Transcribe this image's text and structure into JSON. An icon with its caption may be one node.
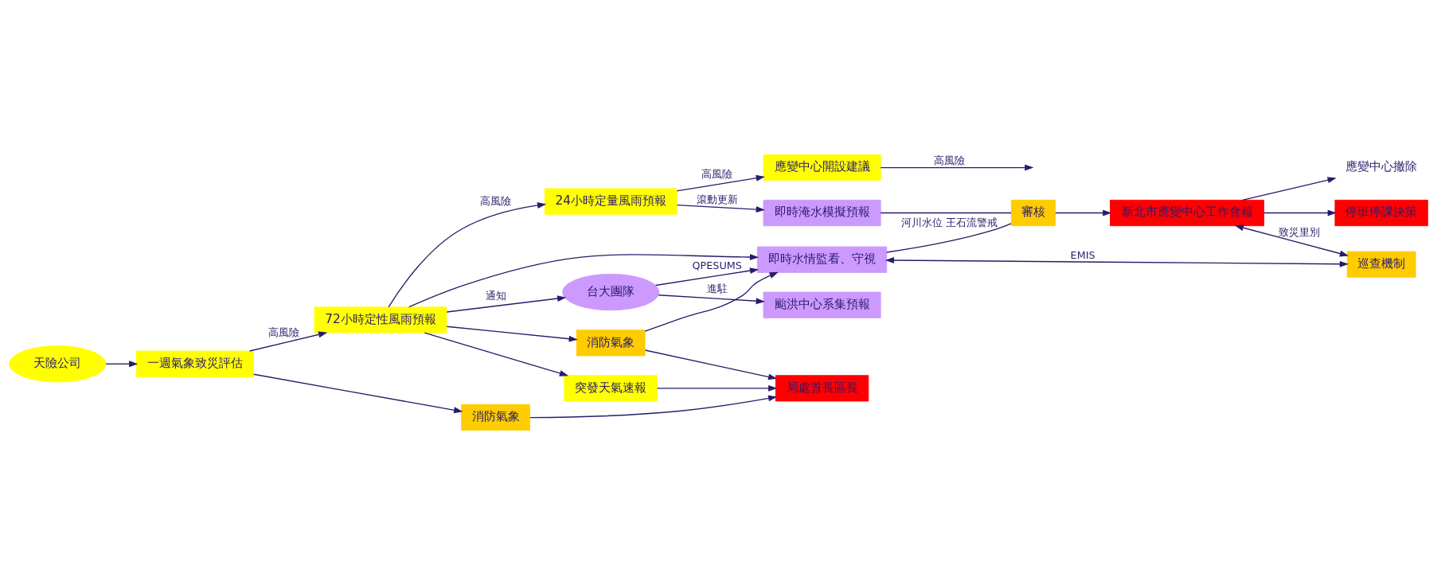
{
  "diagram": {
    "nodes": [
      {
        "text": [
          "天險公司"
        ]
      },
      {
        "text": [
          "一週氣象致災評估"
        ]
      },
      {
        "text": [
          "72小時定性風雨預報"
        ]
      },
      {
        "text": [
          "24小時定量風雨預報"
        ]
      },
      {
        "text": [
          "應變中心開設建議"
        ]
      },
      {
        "text": [
          "停班停課決策"
        ]
      },
      {
        "text": [
          "突發天氣速報"
        ]
      },
      {
        "text": [
          "台大團隊"
        ]
      },
      {
        "text": [
          "颱洪中心系集預報"
        ]
      },
      {
        "text": [
          "即時淹水模擬預報"
        ]
      },
      {
        "text": [
          "審核"
        ]
      },
      {
        "text": [
          "新北市應變中心工作會報"
        ]
      },
      {
        "text": [
          "應變中心撤除"
        ]
      },
      {
        "text": [
          "消防氣象"
        ]
      },
      {
        "text": [
          "即時水情監看、守視"
        ]
      },
      {
        "text": [
          "局處首長區長"
        ]
      },
      {
        "text": [
          "消防氣象"
        ]
      },
      {
        "text": [
          "巡查機制"
        ]
      }
    ],
    "edges": [
      {
        "from": 0,
        "to": 1,
        "arrow": "to"
      },
      {
        "from": 1,
        "to": 2,
        "arrow": "to",
        "label": "高風險"
      },
      {
        "from": 2,
        "to": 3,
        "arrow": "to",
        "label": "高風險"
      },
      {
        "from": 3,
        "to": 4,
        "arrow": "to",
        "label": "高風險"
      },
      {
        "from": 4,
        "to": null,
        "arrow": "to",
        "label": "高風險"
      },
      {
        "from": 2,
        "to": 6,
        "arrow": "to"
      },
      {
        "from": 2,
        "to": 7,
        "arrow": "to",
        "label": "通知"
      },
      {
        "from": 2,
        "to": 14,
        "arrow": "to"
      },
      {
        "from": 2,
        "to": 16,
        "arrow": "to"
      },
      {
        "from": 1,
        "to": 13,
        "arrow": "to"
      },
      {
        "from": 13,
        "to": 15,
        "arrow": "to"
      },
      {
        "from": 6,
        "to": 15,
        "arrow": "to"
      },
      {
        "from": 16,
        "to": 15,
        "arrow": "to"
      },
      {
        "from": 16,
        "to": 14,
        "arrow": "to",
        "label": "進駐"
      },
      {
        "from": 7,
        "to": 8,
        "arrow": "to"
      },
      {
        "from": 7,
        "to": 14,
        "arrow": "to",
        "label": "QPESUMS"
      },
      {
        "from": 3,
        "to": 9,
        "arrow": "to",
        "label": "滾動更新"
      },
      {
        "from": 9,
        "to": 10,
        "arrow": "none"
      },
      {
        "from": 14,
        "to": 10,
        "arrow": "none",
        "label": "河川水位 王石流警戒"
      },
      {
        "from": 10,
        "to": 11,
        "arrow": "to"
      },
      {
        "from": 11,
        "to": 5,
        "arrow": "to"
      },
      {
        "from": 11,
        "to": 12,
        "arrow": "to"
      },
      {
        "from": 14,
        "to": 17,
        "arrow": "both",
        "label": "EMIS"
      },
      {
        "from": 11,
        "to": 17,
        "arrow": "both",
        "label": "致災里別"
      }
    ]
  }
}
